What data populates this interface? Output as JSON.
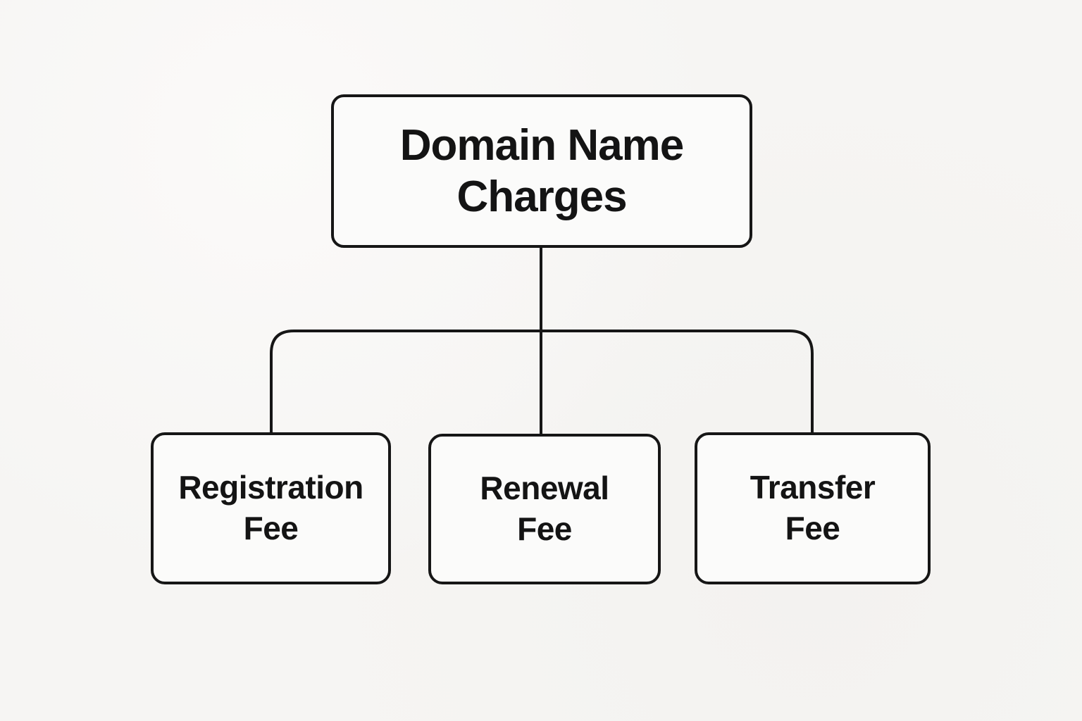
{
  "diagram": {
    "type": "flowchart",
    "title": "Domain Name Charges",
    "colors": {
      "background": "#f6f5f3",
      "node_fill": "#fbfbfa",
      "border_and_lines": "#161616",
      "text": "#141414"
    },
    "root": {
      "label": "Domain Name Charges",
      "lines": [
        "Domain Name",
        "Charges"
      ]
    },
    "children": [
      {
        "label": "Registration Fee",
        "lines": [
          "Registration",
          "Fee"
        ]
      },
      {
        "label": "Renewal Fee",
        "lines": [
          "Renewal",
          "Fee"
        ]
      },
      {
        "label": "Transfer Fee",
        "lines": [
          "Transfer",
          "Fee"
        ]
      }
    ]
  }
}
